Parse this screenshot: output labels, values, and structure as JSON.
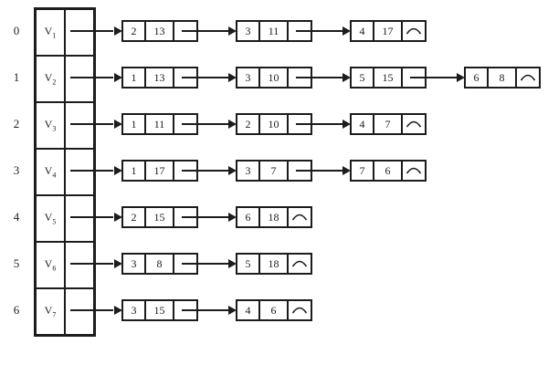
{
  "diagram": {
    "type": "adjacency-list",
    "node_fields": [
      "adjacent-vertex-index",
      "edge-weight",
      "next-pointer"
    ],
    "rows": [
      {
        "index": "0",
        "vertex": "V",
        "vertex_sub": "1",
        "nodes": [
          {
            "adj": "2",
            "weight": "13"
          },
          {
            "adj": "3",
            "weight": "11"
          },
          {
            "adj": "4",
            "weight": "17"
          }
        ]
      },
      {
        "index": "1",
        "vertex": "V",
        "vertex_sub": "2",
        "nodes": [
          {
            "adj": "1",
            "weight": "13"
          },
          {
            "adj": "3",
            "weight": "10"
          },
          {
            "adj": "5",
            "weight": "15"
          },
          {
            "adj": "6",
            "weight": "8"
          }
        ]
      },
      {
        "index": "2",
        "vertex": "V",
        "vertex_sub": "3",
        "nodes": [
          {
            "adj": "1",
            "weight": "11"
          },
          {
            "adj": "2",
            "weight": "10"
          },
          {
            "adj": "4",
            "weight": "7"
          }
        ]
      },
      {
        "index": "3",
        "vertex": "V",
        "vertex_sub": "4",
        "nodes": [
          {
            "adj": "1",
            "weight": "17"
          },
          {
            "adj": "3",
            "weight": "7"
          },
          {
            "adj": "7",
            "weight": "6"
          }
        ]
      },
      {
        "index": "4",
        "vertex": "V",
        "vertex_sub": "5",
        "nodes": [
          {
            "adj": "2",
            "weight": "15"
          },
          {
            "adj": "6",
            "weight": "18"
          }
        ]
      },
      {
        "index": "5",
        "vertex": "V",
        "vertex_sub": "6",
        "nodes": [
          {
            "adj": "3",
            "weight": "8"
          },
          {
            "adj": "5",
            "weight": "18"
          }
        ]
      },
      {
        "index": "6",
        "vertex": "V",
        "vertex_sub": "7",
        "nodes": [
          {
            "adj": "3",
            "weight": "15"
          },
          {
            "adj": "4",
            "weight": "6"
          }
        ]
      }
    ]
  },
  "colors": {
    "line": "#1c1c1c",
    "background": "#ffffff"
  }
}
